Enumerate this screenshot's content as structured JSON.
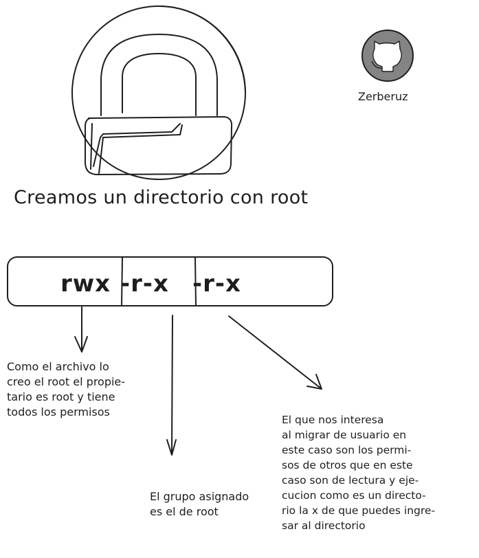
{
  "title": "Creamos un directorio con root",
  "author": {
    "name": "Zerberuz",
    "avatar_icon": "github-octocat-icon"
  },
  "lock_icon": "padlock-icon",
  "permissions": {
    "owner": "rwx",
    "group": "-r-x",
    "other": "-r-x"
  },
  "notes": {
    "owner": "Como el archivo lo\ncreo el root el propie-\ntario es root y tiene\ntodos los permisos",
    "group": "El grupo asignado\nes el de root",
    "other": "El que nos interesa\nal migrar de usuario en\neste caso son los permi-\nsos de otros que en este\ncaso son de lectura y eje-\ncucion como es un directo-\nrio la x de que puedes ingre-\nsar al directorio"
  },
  "colors": {
    "stroke": "#1e1e1e",
    "avatar_fill": "#848484",
    "background": "#ffffff"
  }
}
